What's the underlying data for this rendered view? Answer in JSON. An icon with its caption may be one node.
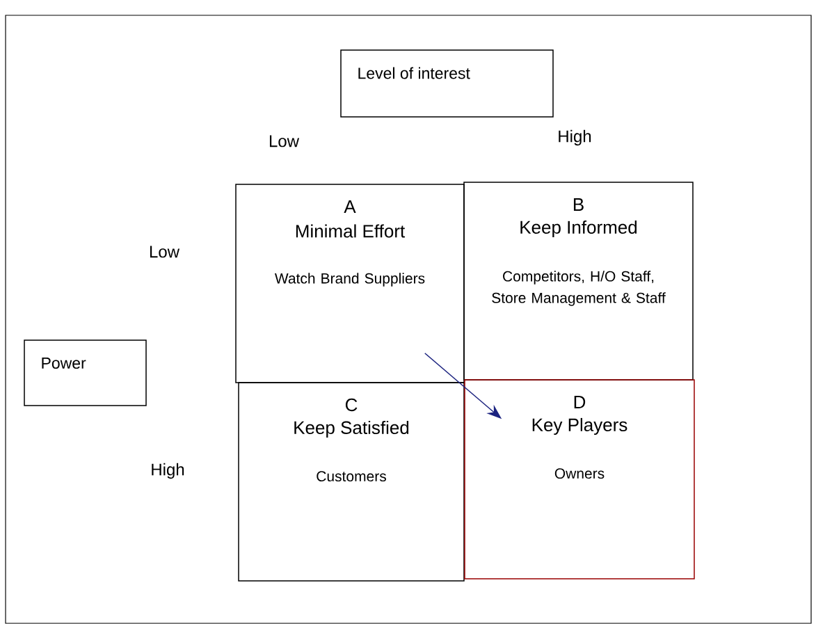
{
  "diagram": {
    "nodes": [
      {
        "text": [
          "Level of interest"
        ]
      },
      {
        "text": [
          "Power"
        ]
      },
      {
        "text": [
          "A",
          "Minimal Effort",
          "Watch Brand Suppliers"
        ]
      },
      {
        "text": [
          "B",
          "Keep Informed",
          "Competitors, H/O Staff, Store Management & Staff"
        ]
      },
      {
        "text": [
          "C",
          "Keep Satisfied",
          "Customers"
        ]
      },
      {
        "text": [
          "D",
          "Key Players",
          "Owners"
        ]
      }
    ],
    "edges": [
      {
        "from": 2,
        "to": 5,
        "arrow": "to",
        "color": "#1c2380"
      }
    ],
    "labels": [
      "Low",
      "High",
      "Low",
      "High"
    ]
  }
}
